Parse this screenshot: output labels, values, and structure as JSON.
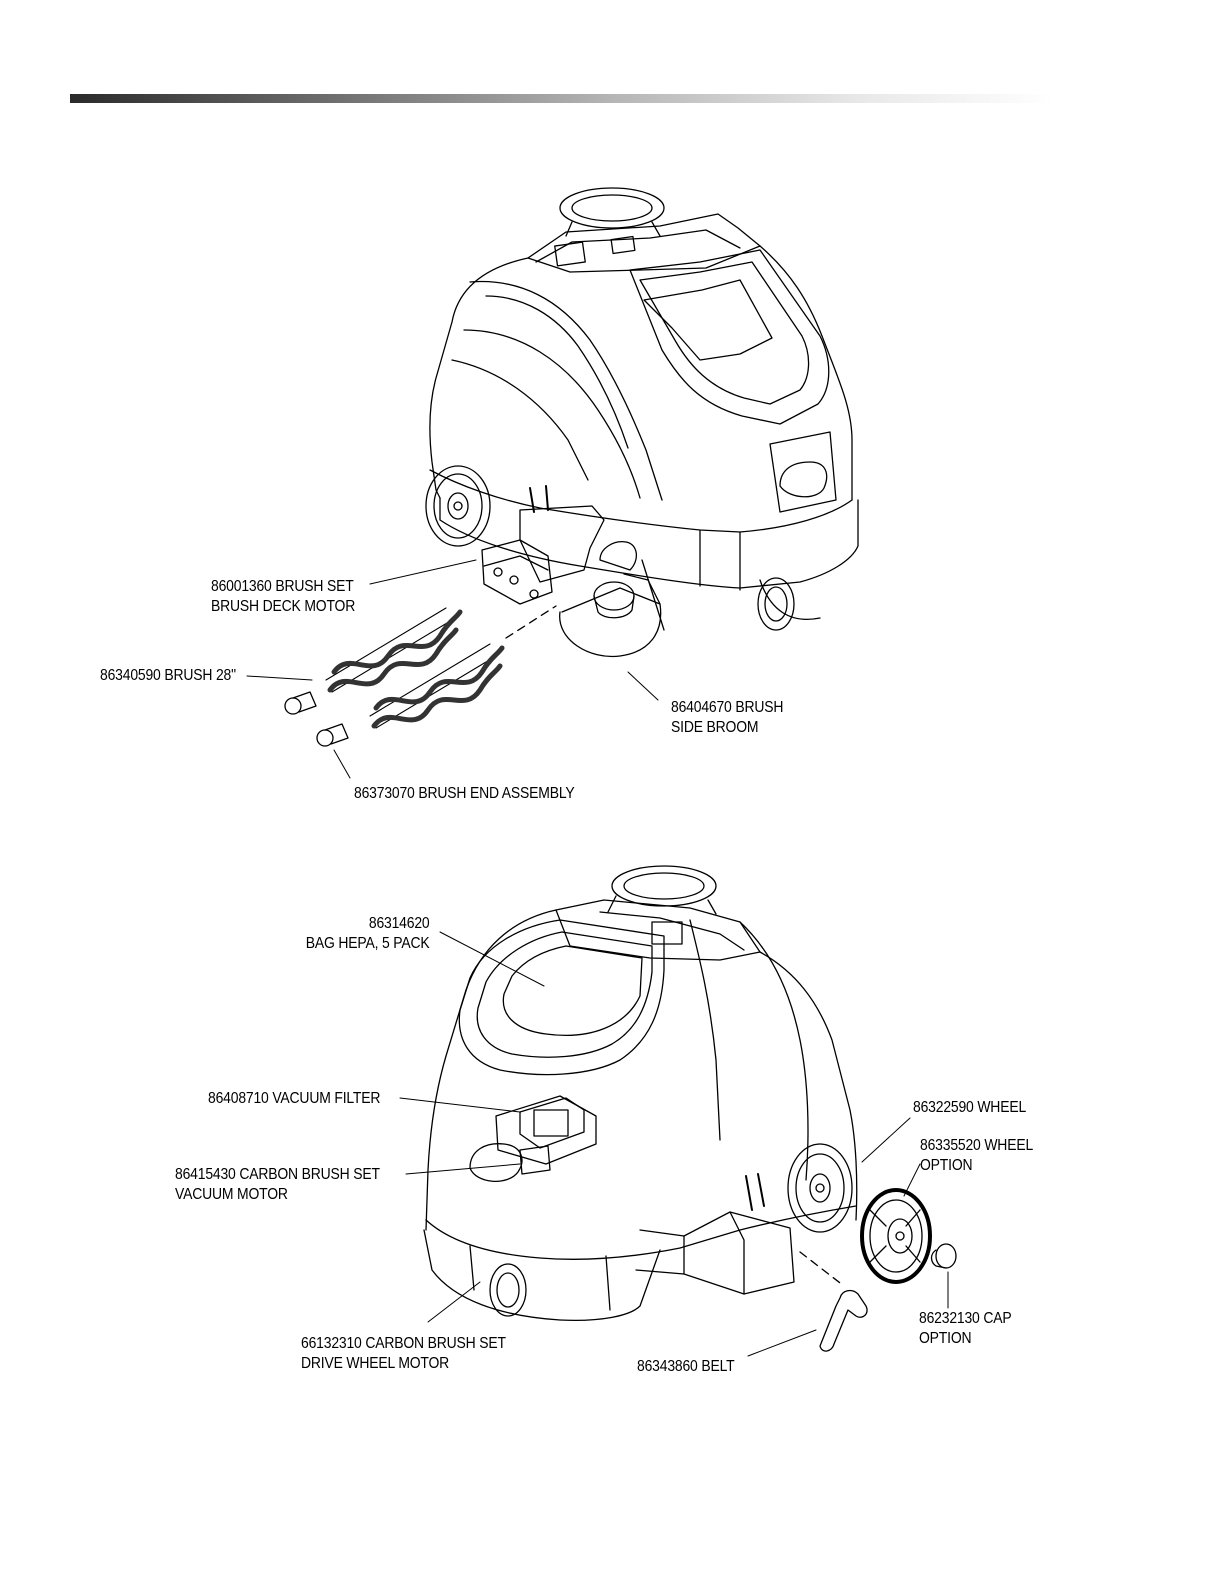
{
  "diagram_top": {
    "callouts": [
      {
        "id": "brush-set-deck-motor",
        "lines": [
          "86001360 BRUSH SET",
          "BRUSH DECK MOTOR"
        ]
      },
      {
        "id": "brush-28",
        "lines": [
          "86340590 BRUSH 28\""
        ]
      },
      {
        "id": "brush-side-broom",
        "lines": [
          "86404670 BRUSH",
          "SIDE BROOM"
        ]
      },
      {
        "id": "brush-end-assembly",
        "lines": [
          "86373070 BRUSH END ASSEMBLY"
        ]
      }
    ]
  },
  "diagram_bottom": {
    "callouts": [
      {
        "id": "bag-hepa",
        "lines": [
          "86314620",
          "BAG HEPA, 5 PACK"
        ]
      },
      {
        "id": "vacuum-filter",
        "lines": [
          "86408710 VACUUM FILTER"
        ]
      },
      {
        "id": "carbon-brush-vacuum-motor",
        "lines": [
          "86415430 CARBON BRUSH SET",
          "VACUUM MOTOR"
        ]
      },
      {
        "id": "carbon-brush-drive-wheel-motor",
        "lines": [
          "66132310 CARBON BRUSH SET",
          "DRIVE WHEEL MOTOR"
        ]
      },
      {
        "id": "belt",
        "lines": [
          "86343860 BELT"
        ]
      },
      {
        "id": "wheel",
        "lines": [
          "86322590 WHEEL"
        ]
      },
      {
        "id": "wheel-option",
        "lines": [
          "86335520 WHEEL",
          "OPTION"
        ]
      },
      {
        "id": "cap-option",
        "lines": [
          "86232130 CAP",
          "OPTION"
        ]
      }
    ]
  },
  "colors": {
    "line": "#000000",
    "header_dark": "#2a2a2a",
    "header_light": "#ffffff"
  }
}
